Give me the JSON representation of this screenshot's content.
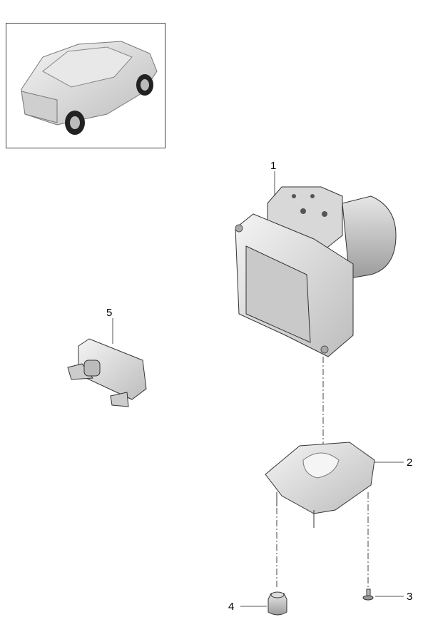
{
  "diagram": {
    "callouts": [
      {
        "number": "1",
        "part": "abs-control-unit"
      },
      {
        "number": "2",
        "part": "mounting-bracket"
      },
      {
        "number": "3",
        "part": "screw"
      },
      {
        "number": "4",
        "part": "rubber-mount"
      },
      {
        "number": "5",
        "part": "sensor-module"
      }
    ]
  }
}
